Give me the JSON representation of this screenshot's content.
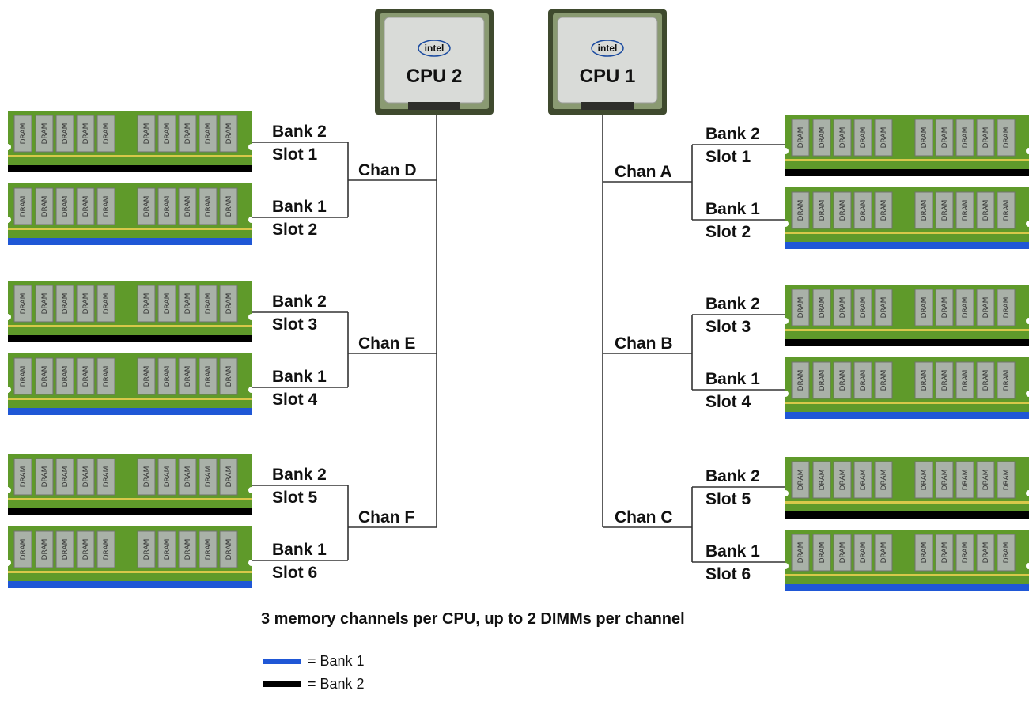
{
  "cpus": [
    {
      "id": "cpu2",
      "brand": "intel",
      "label": "CPU 2"
    },
    {
      "id": "cpu1",
      "brand": "intel",
      "label": "CPU 1"
    }
  ],
  "chip_text": "DRAM",
  "channels": {
    "left": [
      {
        "name": "Chan D",
        "dimms": [
          {
            "bank": "Bank 2",
            "slot": "Slot 1",
            "bank_color": "#000000"
          },
          {
            "bank": "Bank 1",
            "slot": "Slot 2",
            "bank_color": "#1f57d6"
          }
        ]
      },
      {
        "name": "Chan E",
        "dimms": [
          {
            "bank": "Bank 2",
            "slot": "Slot 3",
            "bank_color": "#000000"
          },
          {
            "bank": "Bank 1",
            "slot": "Slot 4",
            "bank_color": "#1f57d6"
          }
        ]
      },
      {
        "name": "Chan F",
        "dimms": [
          {
            "bank": "Bank 2",
            "slot": "Slot 5",
            "bank_color": "#000000"
          },
          {
            "bank": "Bank 1",
            "slot": "Slot 6",
            "bank_color": "#1f57d6"
          }
        ]
      }
    ],
    "right": [
      {
        "name": "Chan A",
        "dimms": [
          {
            "bank": "Bank 2",
            "slot": "Slot 1",
            "bank_color": "#000000"
          },
          {
            "bank": "Bank 1",
            "slot": "Slot 2",
            "bank_color": "#1f57d6"
          }
        ]
      },
      {
        "name": "Chan B",
        "dimms": [
          {
            "bank": "Bank 2",
            "slot": "Slot 3",
            "bank_color": "#000000"
          },
          {
            "bank": "Bank 1",
            "slot": "Slot 4",
            "bank_color": "#1f57d6"
          }
        ]
      },
      {
        "name": "Chan C",
        "dimms": [
          {
            "bank": "Bank 2",
            "slot": "Slot 5",
            "bank_color": "#000000"
          },
          {
            "bank": "Bank 1",
            "slot": "Slot 6",
            "bank_color": "#1f57d6"
          }
        ]
      }
    ]
  },
  "caption": "3 memory channels per CPU, up to 2 DIMMs per channel",
  "legend": [
    {
      "text": "= Bank 1",
      "color": "#1f57d6"
    },
    {
      "text": "= Bank 2",
      "color": "#000000"
    }
  ],
  "colors": {
    "pcb": "#5f9a2a",
    "chip": "#a9b1a8",
    "gold": "#d8c84a"
  }
}
